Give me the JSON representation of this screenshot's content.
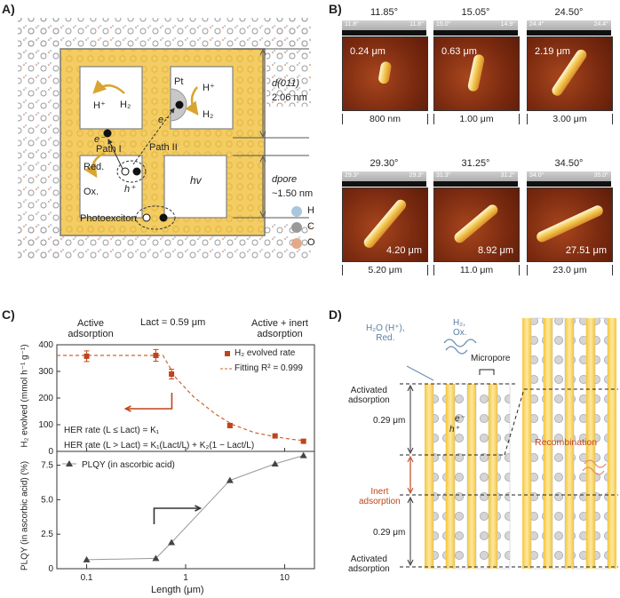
{
  "panels": {
    "a": "A)",
    "b": "B)",
    "c": "C)",
    "d": "D)"
  },
  "panelA": {
    "h_plus_1": "H⁺",
    "h2_1": "H₂",
    "h_plus_2": "H⁺",
    "h2_2": "H₂",
    "pt": "Pt",
    "e_minus_1": "e⁻",
    "e_minus_2": "e⁻",
    "path1": "Path I",
    "path2": "Path II",
    "red": "Red.",
    "ox": "Ox.",
    "h_plus_hole": "h⁺",
    "hv": "hv",
    "photoexciton": "Photoexciton",
    "d011_label": "d(011)",
    "d011_value": "2.06 nm",
    "dpore_label": "dpore",
    "dpore_value": "~1.50 nm",
    "legend": [
      {
        "symbol": "H",
        "color": "#a9c6de"
      },
      {
        "symbol": "C",
        "color": "#9a9a9a"
      },
      {
        "symbol": "O",
        "color": "#e2a98a"
      }
    ]
  },
  "panelB": {
    "images": [
      {
        "angle": "11.85°",
        "length": "0.24 μm",
        "scale": "800 nm",
        "side_l": "11.8°",
        "side_r": "11.8°",
        "rod_deg": -10,
        "rod_len": 0.35
      },
      {
        "angle": "15.05°",
        "length": "0.63 μm",
        "scale": "1.00 μm",
        "side_l": "15.0°",
        "side_r": "14.9°",
        "rod_deg": -8,
        "rod_len": 0.6
      },
      {
        "angle": "24.50°",
        "length": "2.19 μm",
        "scale": "3.00 μm",
        "side_l": "24.4°",
        "side_r": "24.4°",
        "rod_deg": 14,
        "rod_len": 0.85
      },
      {
        "angle": "29.30°",
        "length": "4.20 μm",
        "scale": "5.20 μm",
        "side_l": "29.3°",
        "side_r": "29.3°",
        "rod_deg": 20,
        "rod_len": 0.95
      },
      {
        "angle": "31.25°",
        "length": "8.92 μm",
        "scale": "11.0 μm",
        "side_l": "31.3°",
        "side_r": "31.2°",
        "rod_deg": 30,
        "rod_len": 0.85
      },
      {
        "angle": "34.50°",
        "length": "27.51 μm",
        "scale": "23.0 μm",
        "side_l": "34.0°",
        "side_r": "35.0°",
        "rod_deg": 45,
        "rod_len": 1.15
      }
    ]
  },
  "panelC": {
    "active_adsorption": "Active\nadsorption",
    "lact_label": "Lact = 0.59 μm",
    "active_inert": "Active + inert\nadsorption",
    "legend_h2": "H₂ evolved rate",
    "legend_fit": "Fitting R² = 0.999",
    "legend_plqy": "PLQY (in ascorbic acid)",
    "her1": "HER rate (L ≤ Lact) = K₁",
    "her2": "HER rate (L > Lact) = K₁(Lact/L) + K₂(1 − Lact/L)",
    "ylabel_top": "H₂ evolved (mmol h⁻¹ g⁻¹)",
    "ylabel_bottom": "PLQY (in ascorbic acid) (%)",
    "xlabel": "Length (μm)",
    "xticks": [
      "0.1",
      "1",
      "10"
    ],
    "yticks_top": [
      "0",
      "100",
      "200",
      "300",
      "400"
    ],
    "yticks_bottom": [
      "0",
      "2.5",
      "5.0",
      "7.5"
    ]
  },
  "chart_data": [
    {
      "type": "scatter",
      "title": "",
      "xlabel": "Length (μm)",
      "ylabel": "H₂ evolved (mmol h⁻¹ g⁻¹)",
      "xscale": "log",
      "xlim": [
        0.05,
        20
      ],
      "ylim": [
        0,
        400
      ],
      "series": [
        {
          "name": "H₂ evolved rate",
          "color": "#c0441b",
          "x": [
            0.1,
            0.5,
            0.72,
            2.8,
            8.0,
            15.5
          ],
          "y": [
            357,
            360,
            290,
            97,
            58,
            38
          ],
          "err": [
            20,
            22,
            18,
            8,
            5,
            5
          ]
        },
        {
          "name": "Fitting R² = 0.999",
          "color": "#d0632e",
          "x": [
            0.05,
            0.59,
            0.8,
            1.2,
            2,
            3,
            5,
            8,
            12,
            16
          ],
          "y": [
            360,
            360,
            275,
            205,
            140,
            100,
            70,
            55,
            45,
            40
          ]
        }
      ]
    },
    {
      "type": "line",
      "title": "",
      "xlabel": "Length (μm)",
      "ylabel": "PLQY (in ascorbic acid) (%)",
      "xscale": "log",
      "xlim": [
        0.05,
        20
      ],
      "ylim": [
        0,
        8.5
      ],
      "series": [
        {
          "name": "PLQY (in ascorbic acid)",
          "color": "#444444",
          "x": [
            0.1,
            0.5,
            0.72,
            2.8,
            8.0,
            15.5
          ],
          "y": [
            0.65,
            0.75,
            1.9,
            6.4,
            7.6,
            8.2
          ]
        }
      ]
    }
  ],
  "panelD": {
    "h2o": "H₂O (H⁺),\nRed.",
    "h2ox": "H₂,\nOx.",
    "micropore": "Micropore",
    "activated_top": "Activated\nadsorption",
    "d029_top": "0.29 μm",
    "inert": "Inert\nadsorption",
    "recombination": "Recombination",
    "d029_bottom": "0.29 μm",
    "activated_bottom": "Activated\nadsorption",
    "e_minus": "e⁻",
    "h_plus": "h⁺"
  }
}
